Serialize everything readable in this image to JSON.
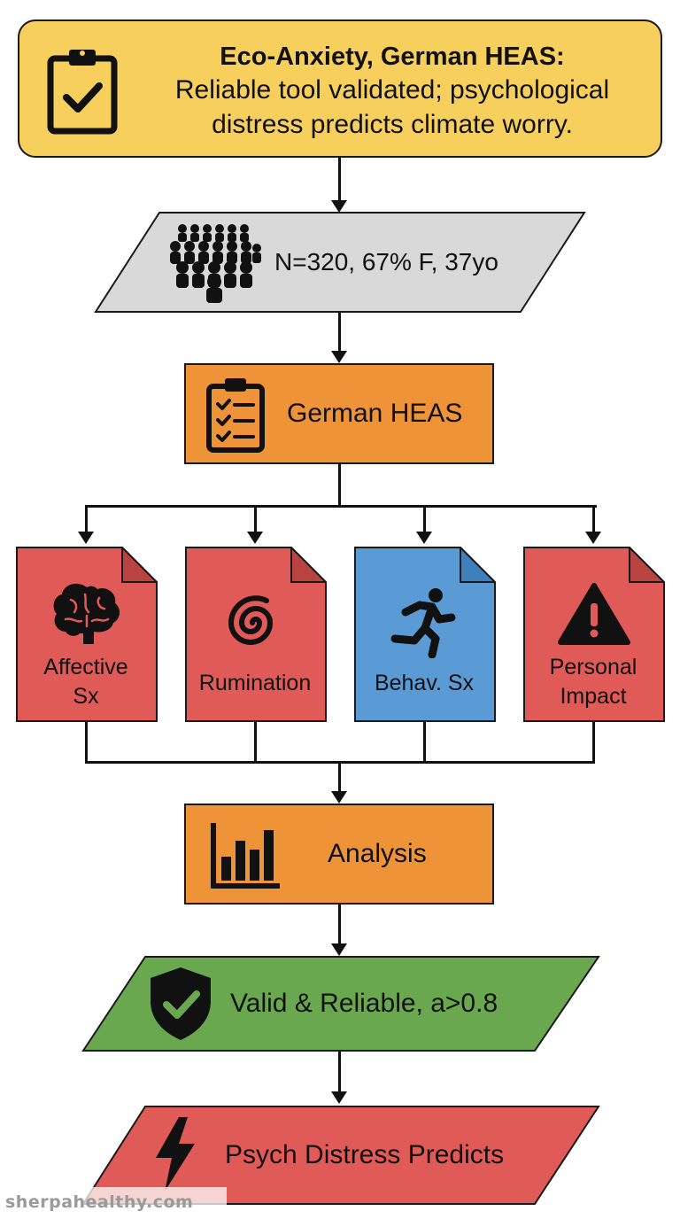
{
  "title": {
    "heading": "Eco-Anxiety, German HEAS:",
    "line1": "Reliable tool validated; psychological",
    "line2": "distress predicts climate worry."
  },
  "sample": {
    "label": "N=320, 67% F, 37yo"
  },
  "instrument": {
    "label": "German HEAS"
  },
  "subscales": [
    {
      "label_line1": "Affective",
      "label_line2": "Sx",
      "icon": "brain-icon",
      "color": "#e05a57"
    },
    {
      "label_line1": "Rumination",
      "label_line2": "",
      "icon": "spiral-icon",
      "color": "#e05a57"
    },
    {
      "label_line1": "Behav. Sx",
      "label_line2": "",
      "icon": "running-person-icon",
      "color": "#5b9bd5"
    },
    {
      "label_line1": "Personal",
      "label_line2": "Impact",
      "icon": "warning-icon",
      "color": "#e05a57"
    }
  ],
  "analysis": {
    "label": "Analysis"
  },
  "validity": {
    "label": "Valid & Reliable, a>0.8"
  },
  "predictor": {
    "label": "Psych Distress Predicts"
  },
  "watermark": "sherpahealthy.com",
  "colors": {
    "title_bg": "#f6cf5d",
    "sample_bg": "#d9d9d9",
    "process_bg": "#ee9338",
    "subscale_red": "#e05a57",
    "subscale_blue": "#5b9bd5",
    "validity_bg": "#6aa84f",
    "predictor_bg": "#e05a57"
  }
}
